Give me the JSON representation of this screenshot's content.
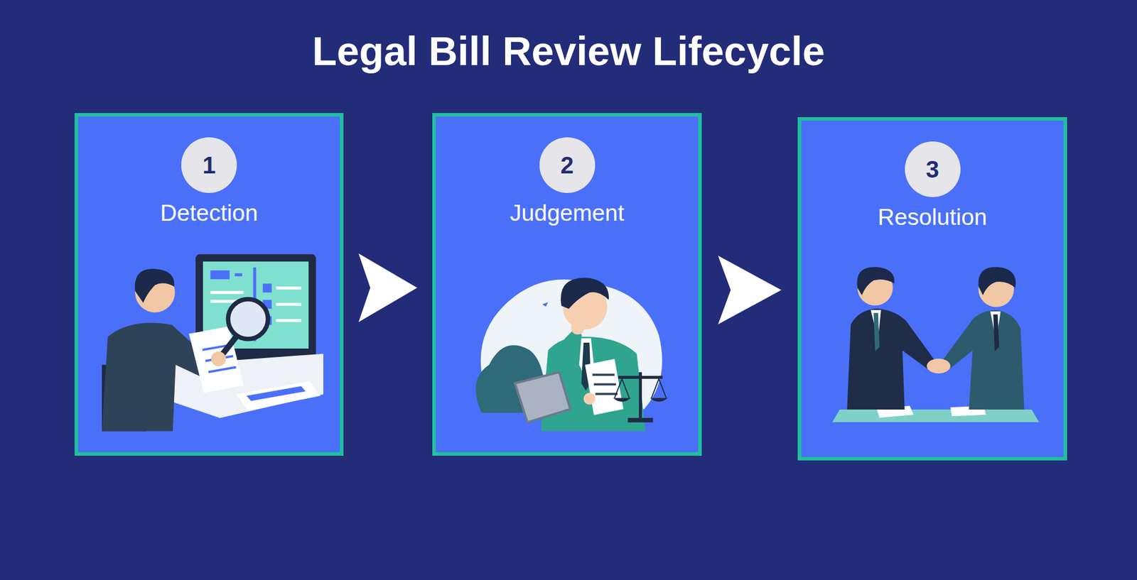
{
  "diagram": {
    "title": "Legal Bill Review Lifecycle",
    "nodes": [
      {
        "text": [
          "Detection"
        ]
      },
      {
        "text": [
          "1"
        ],
        "in": 0
      },
      {
        "text": [
          "Judgement"
        ]
      },
      {
        "text": [
          "2"
        ],
        "in": 2
      },
      {
        "text": [
          "Resolution"
        ]
      },
      {
        "text": [
          "3"
        ],
        "in": 4
      }
    ],
    "edges": [
      {
        "from": 0,
        "to": 2,
        "arrow": "to"
      },
      {
        "from": 2,
        "to": 4,
        "arrow": "to"
      }
    ]
  }
}
